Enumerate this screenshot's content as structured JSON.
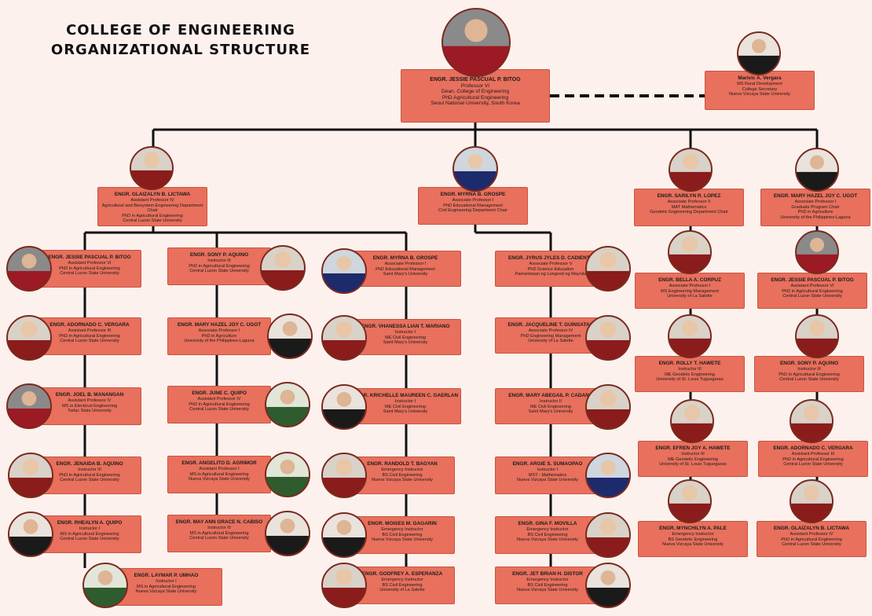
{
  "title": {
    "line1": "COLLEGE OF ENGINEERING",
    "line2": "ORGANIZATIONAL STRUCTURE"
  },
  "nodes": [
    {
      "id": "dean",
      "name": "ENGR. JESSIE PASCUAL P. BITOG",
      "lines": [
        "Professor VI",
        "Dean, College of Engineering",
        "PhD Agricultural Engineering",
        "Seoul National University, South Korea"
      ]
    },
    {
      "id": "secretary",
      "name": "Marivic A. Vergara",
      "lines": [
        "MS Rural Development",
        "College Secretary",
        "Nueva Vizcaya State University"
      ]
    },
    {
      "id": "abe-chair",
      "name": "ENGR. GLAIZALYN B. LICTAWA",
      "lines": [
        "Assistant Professor IV",
        "Agricultural and Biosystem Engineering Department Chair",
        "PhD in Agricultural Engineering",
        "Central Luzon State University"
      ]
    },
    {
      "id": "ce-chair",
      "name": "ENGR. MYRNA B. GROSPE",
      "lines": [
        "Associate Professor I",
        "PhD Educational Management",
        "Civil Engineering Department Chair"
      ]
    },
    {
      "id": "ge-chair",
      "name": "ENGR. SARILYN R. LOPEZ",
      "lines": [
        "Associate Professor II",
        "MAT Mathematics",
        "Geodetic Engineering Department Chair"
      ]
    },
    {
      "id": "pc-head",
      "name": "ENGR. MARY HAZEL JOY C. UGOT",
      "lines": [
        "Associate Professor I",
        "Graduate Program Chair",
        "PhD in Agriculture",
        "University of the Philippines-Laguna"
      ]
    },
    {
      "id": "a1",
      "name": "ENGR. JESSIE PASCUAL P. BITOG",
      "lines": [
        "Assistant Professor VI",
        "PhD in Agricultural Engineering",
        "Central Luzon State University"
      ]
    },
    {
      "id": "a2",
      "name": "ENGR. ADORNADO C. VERGARA",
      "lines": [
        "Assistant Professor III",
        "PhD in Agricultural Engineering",
        "Central Luzon State University"
      ]
    },
    {
      "id": "a3",
      "name": "ENGR. JOEL B. MANANGAN",
      "lines": [
        "Assistant Professor IV",
        "MS in Electrical Engineering",
        "Tarlac State University"
      ]
    },
    {
      "id": "a4",
      "name": "ENGR. JENAIDA B. AQUINO",
      "lines": [
        "Instructor III",
        "PhD in Agricultural Engineering",
        "Central Luzon State University"
      ]
    },
    {
      "id": "a5",
      "name": "ENGR. RHEALYN A. QUIPO",
      "lines": [
        "Instructor I",
        "MS in Agricultural Engineering",
        "Central Luzon State University"
      ]
    },
    {
      "id": "a6",
      "name": "ENGR. LAYMAR P. UMHAO",
      "lines": [
        "Instructor I",
        "MS in Agricultural Engineering",
        "Nueva Vizcaya State University"
      ]
    },
    {
      "id": "b1",
      "name": "ENGR. SONY P. AQUINO",
      "lines": [
        "Instructor III",
        "PhD in Agricultural Engineering",
        "Central Luzon State University"
      ]
    },
    {
      "id": "b2",
      "name": "ENGR. MARY HAZEL JOY C. UGOT",
      "lines": [
        "Associate Professor I",
        "PhD in Agriculture",
        "University of the Philippines-Laguna"
      ]
    },
    {
      "id": "b3",
      "name": "ENGR. JUNE C. QUIPO",
      "lines": [
        "Assistant Professor IV",
        "PhD in Agricultural Engineering",
        "Central Luzon State University"
      ]
    },
    {
      "id": "b4",
      "name": "ENGR. ANGELITO D. AGRIMOR",
      "lines": [
        "Assistant Professor I",
        "MS in Agricultural Engineering",
        "Nueva Vizcaya State University"
      ]
    },
    {
      "id": "b5",
      "name": "ENGR. MAY ANN GRACE N. CABISO",
      "lines": [
        "Instructor III",
        "MS in Agricultural Engineering",
        "Central Luzon State University"
      ]
    },
    {
      "id": "c1",
      "name": "ENGR. MYRNA B. GROSPE",
      "lines": [
        "Associate Professor I",
        "PhD Educational Management",
        "Saint Mary's University"
      ]
    },
    {
      "id": "c2",
      "name": "ENGR. VHANESSA LIAN T. MARIANO",
      "lines": [
        "Instructor I",
        "ME Civil Engineering",
        "Saint Mary's University"
      ]
    },
    {
      "id": "c3",
      "name": "ENGR. KRICHELLE MAUREEN C. GAERLAN",
      "lines": [
        "Instructor I",
        "ME Civil Engineering",
        "Saint Mary's University"
      ]
    },
    {
      "id": "c4",
      "name": "ENGR. RANDOLD T. BAGYAN",
      "lines": [
        "Emergency Instructor",
        "BS Civil Engineering",
        "Nueva Vizcaya State University"
      ]
    },
    {
      "id": "c5",
      "name": "ENGR. MOISES M. GAGARIN",
      "lines": [
        "Emergency Instructor",
        "BS Civil Engineering",
        "Nueva Vizcaya State University"
      ]
    },
    {
      "id": "c6",
      "name": "ENGR. GODFREY A. ESPERANZA",
      "lines": [
        "Emergency Instructor",
        "BS Civil Engineering",
        "University of La Salette"
      ]
    },
    {
      "id": "d1",
      "name": "ENGR. JYRUS JYLES D. CADIENTE",
      "lines": [
        "Associate Professor V",
        "PhD Science Education",
        "Pamantasan ng Lungsod ng Maynila"
      ]
    },
    {
      "id": "d2",
      "name": "ENGR. JACQUELINE T. GUINSATAO",
      "lines": [
        "Associate Professor IV",
        "PhD Engineering Management",
        "University of La Salette"
      ]
    },
    {
      "id": "d3",
      "name": "ENGR. MARY ABEGAIL P. CADANG",
      "lines": [
        "Instructor II",
        "ME Civil Engineering",
        "Saint Mary's University"
      ]
    },
    {
      "id": "d4",
      "name": "ENGR. ARGIE S. SUMAOPAO",
      "lines": [
        "Instructor I",
        "MST - Mathematics",
        "Nueva Vizcaya State University"
      ]
    },
    {
      "id": "d5",
      "name": "ENGR. GINA F. MOVILLA",
      "lines": [
        "Emergency Instructor",
        "BS Civil Engineering",
        "Nueva Vizcaya State University"
      ]
    },
    {
      "id": "d6",
      "name": "ENGR. JET BRIAN H. DISTOR",
      "lines": [
        "Emergency Instructor",
        "BS Civil Engineering",
        "Nueva Vizcaya State University"
      ]
    },
    {
      "id": "e1",
      "name": "ENGR. BELLA A. CORPUZ",
      "lines": [
        "Associate Professor I",
        "MS Engineering Management",
        "University of La Salette"
      ]
    },
    {
      "id": "e2",
      "name": "ENGR. ROLLY T. HAWETE",
      "lines": [
        "Instructor III",
        "ME Geodetic Engineering",
        "University of St. Louis Tuguegarao"
      ]
    },
    {
      "id": "e3",
      "name": "ENGR. EFREN JOY A. HAWETE",
      "lines": [
        "Instructor III",
        "ME Geodetic Engineering",
        "University of St. Louis Tuguegarao"
      ]
    },
    {
      "id": "e4",
      "name": "ENGR. MYNCHILYN A. PALE",
      "lines": [
        "Emergency Instructor",
        "BS Geodetic Engineering",
        "Nueva Vizcaya State University"
      ]
    },
    {
      "id": "f1",
      "name": "ENGR. JESSIE PASCUAL P. BITOG",
      "lines": [
        "Assistant Professor VI",
        "PhD in Agricultural Engineering",
        "Central Luzon State University"
      ]
    },
    {
      "id": "f2",
      "name": "ENGR. SONY P. AQUINO",
      "lines": [
        "Instructor III",
        "PhD in Agricultural Engineering",
        "Central Luzon State University"
      ]
    },
    {
      "id": "f3",
      "name": "ENGR. ADORNADO C. VERGARA",
      "lines": [
        "Assistant Professor III",
        "PhD in Agricultural Engineering",
        "Central Luzon State University"
      ]
    },
    {
      "id": "f4",
      "name": "ENGR. GLAIZALYN B. LICTAWA",
      "lines": [
        "Assistant Professor IV",
        "PhD in Agricultural Engineering",
        "Central Luzon State University"
      ]
    }
  ]
}
